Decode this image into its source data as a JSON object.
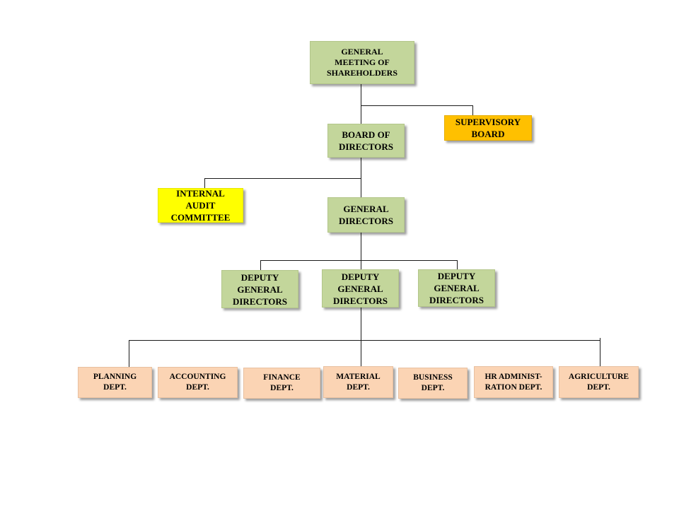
{
  "org_chart": {
    "shareholders": "GENERAL\nMEETING  OF\nSHAREHOLDERS",
    "supervisory_board": "SUPERVISORY\nBOARD",
    "board_of_directors": "BOARD OF\nDIRECTORS",
    "internal_audit": "INTERNAL\nAUDIT\nCOMMITTEE",
    "general_directors": "GENERAL\nDIRECTORS",
    "deputies": [
      "DEPUTY\nGENERAL\nDIRECTORS",
      "DEPUTY\nGENERAL\nDIRECTORS",
      "DEPUTY\nGENERAL\nDIRECTORS"
    ],
    "departments": [
      "PLANNING\nDEPT.",
      "ACCOUNTING\nDEPT.",
      "FINANCE\nDEPT.",
      "MATERIAL\nDEPT.",
      "BUSINESS\nDEPT.",
      "HR ADMINIST-\nRATION DEPT.",
      "AGRICULTURE\nDEPT."
    ]
  },
  "colors": {
    "green": "#c3d69b",
    "orange": "#ffc000",
    "yellow": "#ffff00",
    "peach": "#fbd4b4",
    "connector": "#1a1a1a"
  }
}
